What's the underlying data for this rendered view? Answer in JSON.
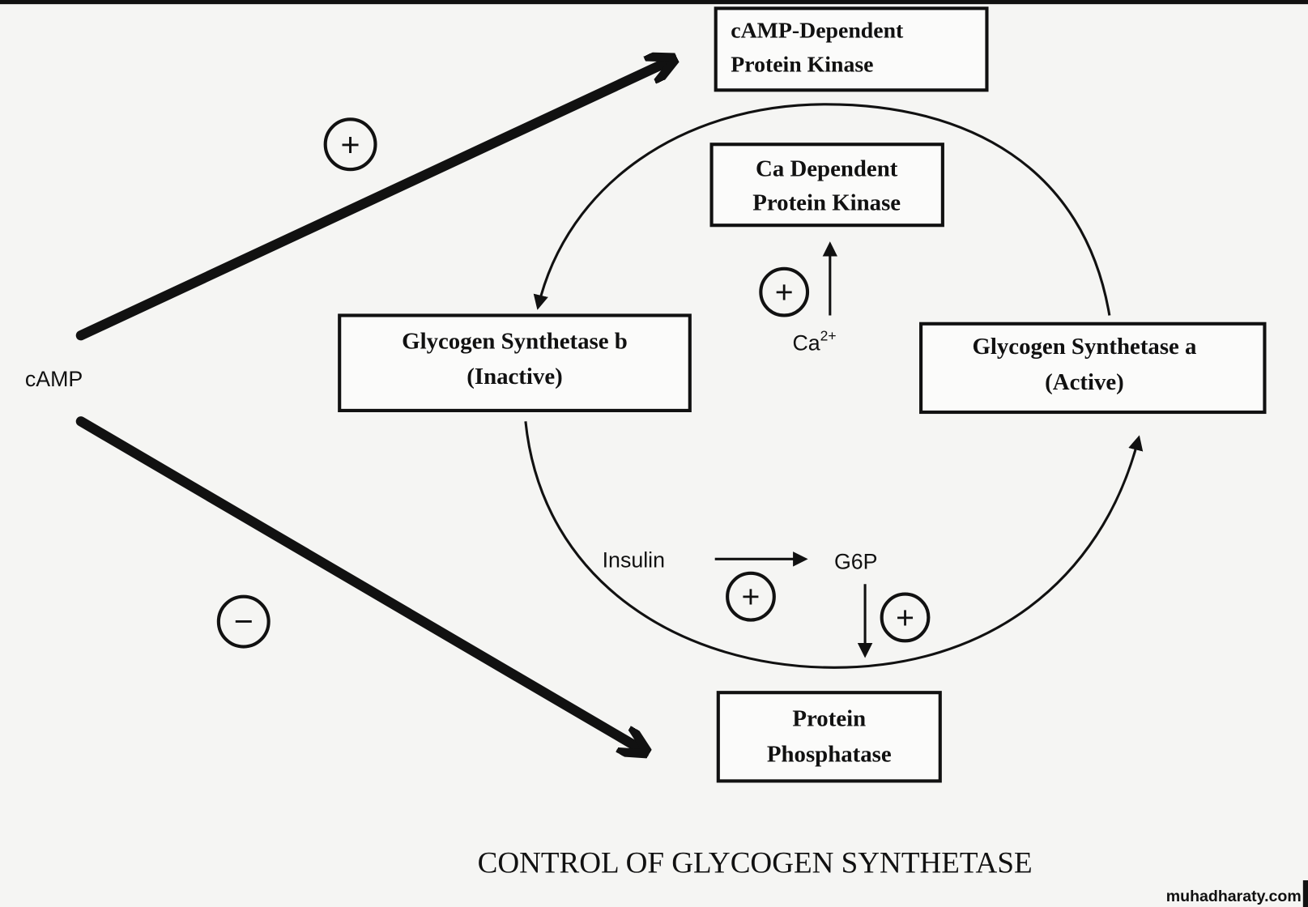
{
  "diagram": {
    "title": "CONTROL OF GLYCOGEN SYNTHETASE",
    "camp_label": "cAMP",
    "boxes": {
      "camp_pk": [
        "cAMP-Dependent",
        "Protein Kinase"
      ],
      "ca_pk": [
        "Ca Dependent",
        "Protein Kinase"
      ],
      "gs_b": [
        "Glycogen Synthetase b",
        "(Inactive)"
      ],
      "gs_a": [
        "Glycogen Synthetase a",
        "(Active)"
      ],
      "phosphatase": [
        "Protein",
        "Phosphatase"
      ]
    },
    "ca_label": "Ca",
    "ca_charge": "2+",
    "insulin_label": "Insulin",
    "g6p_label": "G6P",
    "plus_sign": "+",
    "minus_sign": "−"
  },
  "watermark": "muhadharaty.com"
}
